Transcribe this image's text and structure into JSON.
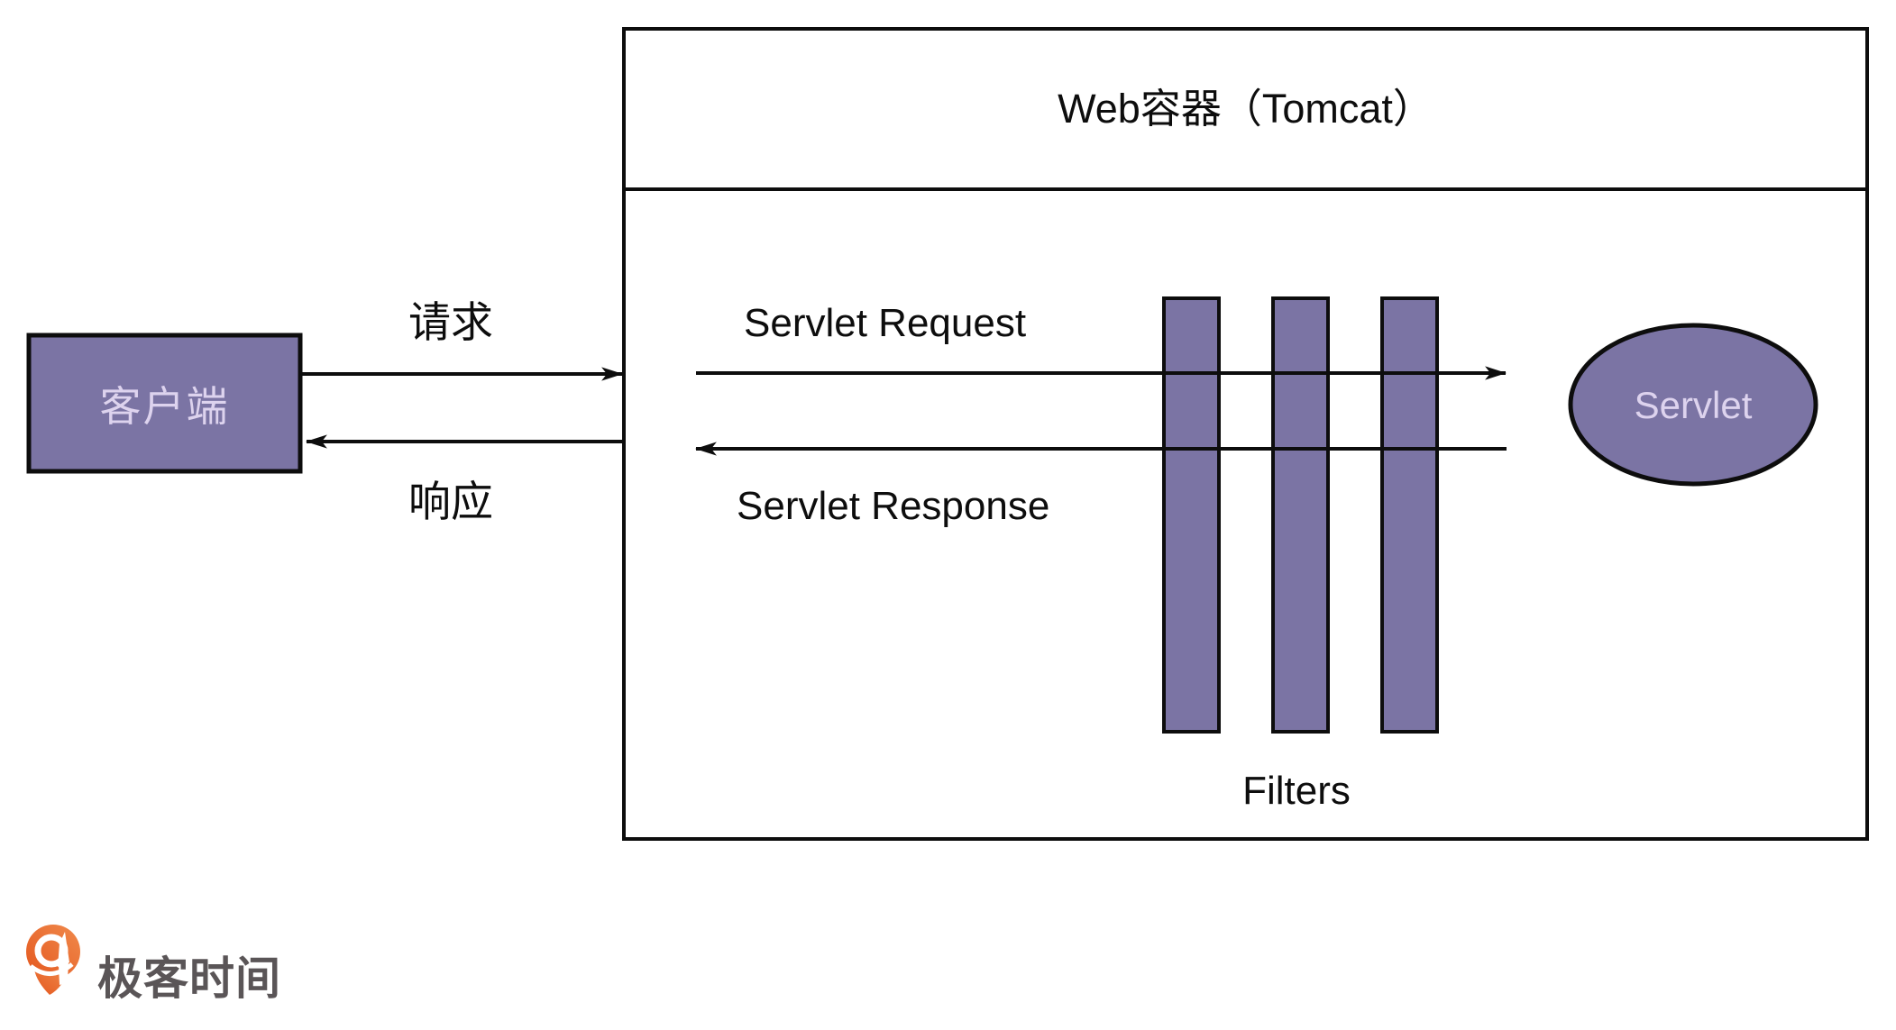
{
  "diagram": {
    "container": {
      "title": "Web容器（Tomcat）"
    },
    "client": {
      "label": "客户端"
    },
    "outer_flow": {
      "request_label": "请求",
      "response_label": "响应"
    },
    "inner_flow": {
      "request_label": "Servlet Request",
      "response_label": "Servlet Response"
    },
    "filters": {
      "label": "Filters",
      "bar_count": 3
    },
    "servlet": {
      "label": "Servlet"
    },
    "colors": {
      "shape_fill": "#7b74a4",
      "shape_text": "#ddd3ee",
      "line": "#0d0d0d",
      "background": "#ffffff"
    }
  },
  "footer": {
    "brand": "极客时间",
    "logo_orange_light": "#f08a4c",
    "logo_orange_dark": "#e4571e",
    "brand_text_color": "#5a5557"
  }
}
